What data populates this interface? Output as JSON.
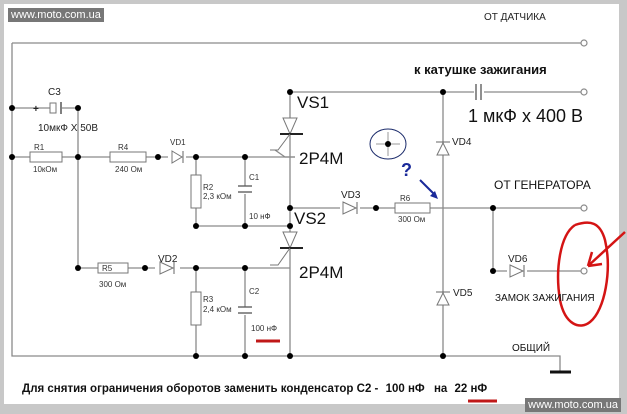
{
  "watermark": "www.moto.com.ua",
  "watermark_bottom": "www.moto.com.ua",
  "terminals": {
    "sensor": "ОТ ДАТЧИКА",
    "coil": "к катушке зажигания",
    "generator": "ОТ ГЕНЕРАТОРА",
    "ignition_lock": "ЗАМОК ЗАЖИГАНИЯ",
    "common": "ОБЩИЙ"
  },
  "components": {
    "c3": {
      "name": "C3",
      "value": "10мкФ X 50В",
      "polarity": "+"
    },
    "r1": {
      "name": "R1",
      "value": "10кОм"
    },
    "r4": {
      "name": "R4",
      "value": "240 Ом"
    },
    "vd1": {
      "name": "VD1"
    },
    "r2": {
      "name": "R2",
      "value": "2,3 кОм"
    },
    "c1": {
      "name": "C1",
      "value": "10 нФ"
    },
    "vs1": {
      "name": "VS1",
      "type": "2P4M"
    },
    "vs2": {
      "name": "VS2",
      "type": "2P4M"
    },
    "vd3": {
      "name": "VD3"
    },
    "r6": {
      "name": "R6",
      "value": "300 Ом"
    },
    "vd4": {
      "name": "VD4"
    },
    "vd5": {
      "name": "VD5"
    },
    "vd6": {
      "name": "VD6"
    },
    "r5": {
      "name": "R5",
      "value": "300 Ом"
    },
    "vd2": {
      "name": "VD2"
    },
    "r3": {
      "name": "R3",
      "value": "2,4 кОм"
    },
    "c2": {
      "name": "C2",
      "value": "100 нФ"
    },
    "coil_cap": {
      "value": "1 мкФ х 400 В"
    }
  },
  "annotations": {
    "question_mark": "?",
    "highlight_color": "#cc1111",
    "question_color": "#1a2a9a"
  },
  "footer": {
    "note_prefix": "Для снятия ограничения оборотов заменить конденсатор С2 -",
    "note_old_value": "100 нФ",
    "note_middle": "на",
    "note_new_value": "22 нФ"
  }
}
